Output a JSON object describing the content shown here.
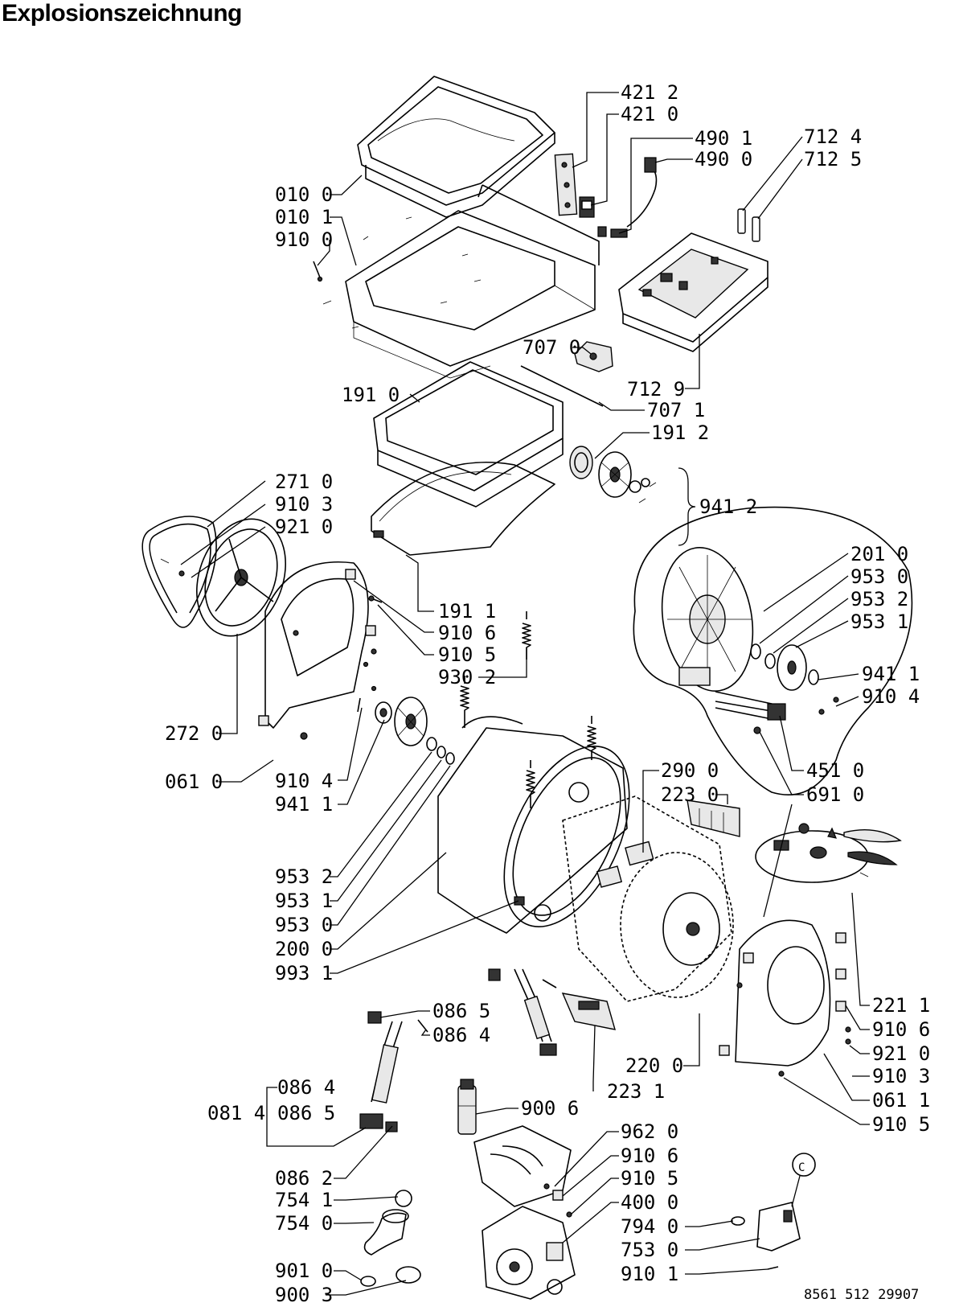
{
  "title": "Explosionszeichnung",
  "drawing_number": "8561 512 29907",
  "callouts": {
    "c4212": "421 2",
    "c4210": "421 0",
    "c4901": "490 1",
    "c4900": "490 0",
    "c7124": "712 4",
    "c7125": "712 5",
    "c0100": "010 0",
    "c0101": "010 1",
    "c9100a": "910 0",
    "c7070": "707 0",
    "c7129": "712 9",
    "c1910": "191 0",
    "c7071": "707 1",
    "c1912": "191 2",
    "c9412": "941 2",
    "c2710": "271 0",
    "c9103a": "910 3",
    "c9210a": "921 0",
    "c2010": "201 0",
    "c9530a": "953 0",
    "c9532a": "953 2",
    "c9531a": "953 1",
    "c1911": "191 1",
    "c9106a": "910 6",
    "c9105a": "910 5",
    "c9302": "930 2",
    "c9411a": "941 1",
    "c9104a": "910 4",
    "c2720": "272 0",
    "c0610": "061 0",
    "c9104b": "910 4",
    "c9411b": "941 1",
    "c4510": "451 0",
    "c6910": "691 0",
    "c2900": "290 0",
    "c2230": "223 0",
    "c9532b": "953 2",
    "c9531b": "953 1",
    "c9530b": "953 0",
    "c2000": "200 0",
    "c9931": "993 1",
    "c2211": "221 1",
    "c9106b": "910 6",
    "c9210b": "921 0",
    "c9103b": "910 3",
    "c0611": "061 1",
    "c9105b": "910 5",
    "c0865a": "086 5",
    "c0864a": "086 4",
    "c2200": "220 0",
    "c2231": "223 1",
    "c0864b": "086 4",
    "c0814": "081 4",
    "c0865b": "086 5",
    "c9006": "900 6",
    "c9620": "962 0",
    "c9106c": "910 6",
    "c9105c": "910 5",
    "c4000": "400 0",
    "c0862": "086 2",
    "c7541": "754 1",
    "c7540": "754 0",
    "c7940": "794 0",
    "c7530": "753 0",
    "c9011": "901 0",
    "c9101": "910 1",
    "c9003": "900 3",
    "c_symbol": "C"
  }
}
